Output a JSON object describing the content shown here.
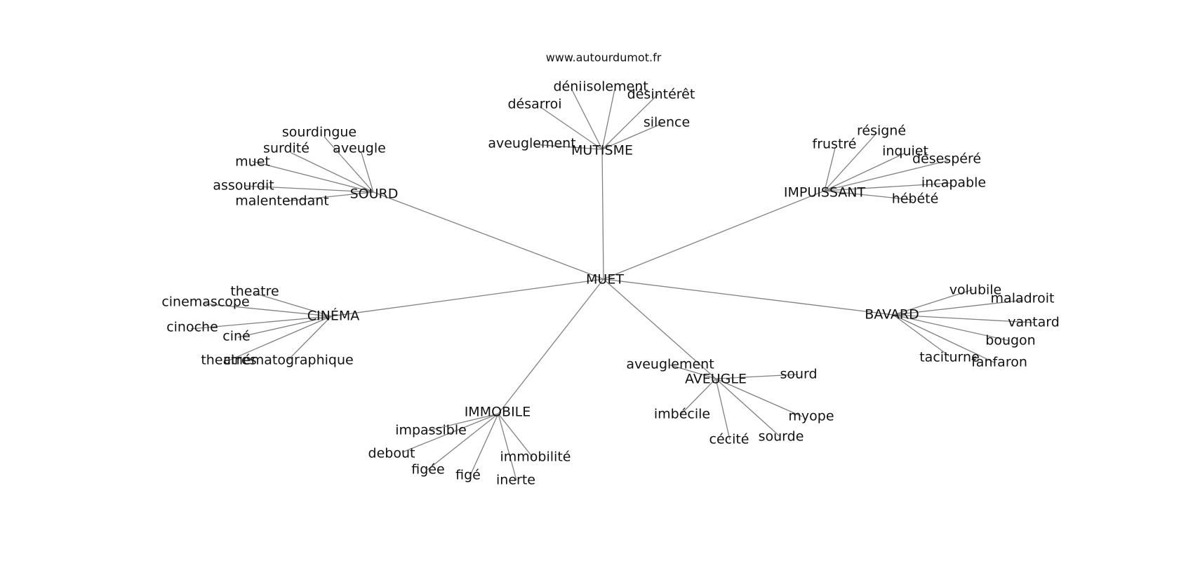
{
  "credit": "www.autourdumot.fr",
  "graph": {
    "center": "MUET",
    "hubs": [
      {
        "label": "MUTISME",
        "leaves": [
          "déni",
          "isolement",
          "désintérêt",
          "désarroi",
          "silence",
          "aveuglement"
        ]
      },
      {
        "label": "SOURD",
        "leaves": [
          "sourdingue",
          "surdité",
          "aveugle",
          "muet",
          "assourdit",
          "malentendant"
        ]
      },
      {
        "label": "IMPUISSANT",
        "leaves": [
          "résigné",
          "frustré",
          "inquiet",
          "désespéré",
          "incapable",
          "hébété"
        ]
      },
      {
        "label": "CINÉMA",
        "leaves": [
          "theatre",
          "cinemascope",
          "cinoche",
          "ciné",
          "theatres",
          "cinématographique"
        ]
      },
      {
        "label": "BAVARD",
        "leaves": [
          "volubile",
          "maladroit",
          "vantard",
          "bougon",
          "taciturne",
          "fanfaron"
        ]
      },
      {
        "label": "AVEUGLE",
        "leaves": [
          "aveuglement",
          "sourd",
          "imbécile",
          "myope",
          "sourde",
          "cécité"
        ]
      },
      {
        "label": "IMMOBILE",
        "leaves": [
          "impassible",
          "debout",
          "figée",
          "figé",
          "inerte",
          "immobilité"
        ]
      }
    ]
  }
}
